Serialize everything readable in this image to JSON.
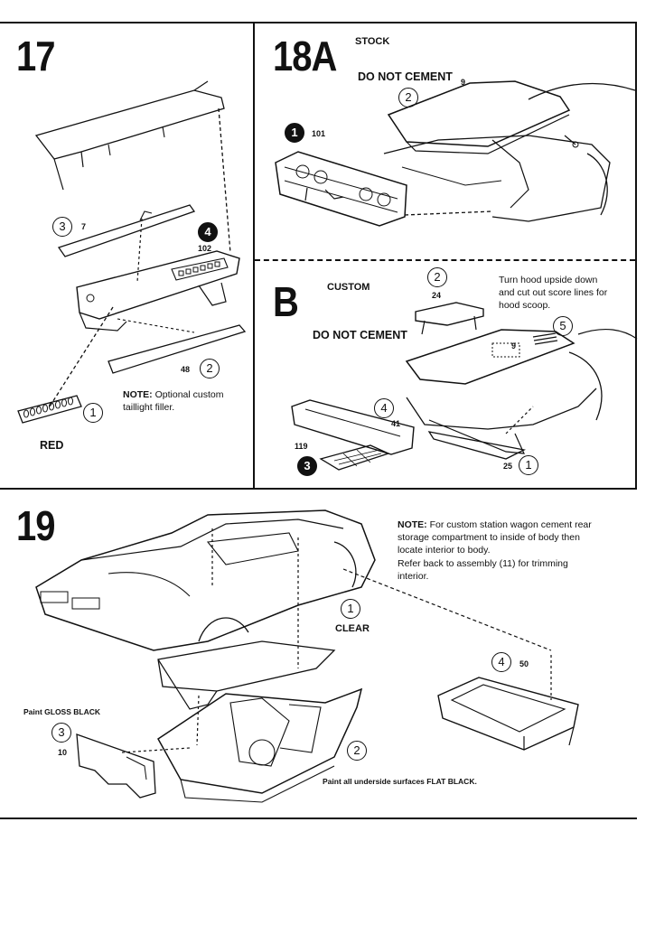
{
  "steps": {
    "s17": {
      "number": "17",
      "parts": [
        {
          "callout": "3",
          "part_no": "7",
          "filled": false
        },
        {
          "callout": "4",
          "part_no": "102",
          "filled": true
        },
        {
          "callout": "2",
          "part_no": "48",
          "filled": false
        },
        {
          "callout": "1",
          "part_no": "",
          "filled": false
        }
      ],
      "note_bold": "NOTE:",
      "note_text": "Optional custom taillight filler.",
      "color_label": "RED"
    },
    "s18a": {
      "number": "18A",
      "variant": "STOCK",
      "do_not_cement": "DO NOT CEMENT",
      "parts": [
        {
          "callout": "2",
          "part_no": "9",
          "filled": false
        },
        {
          "callout": "1",
          "part_no": "101",
          "filled": true
        }
      ]
    },
    "s18b": {
      "number": "B",
      "variant": "CUSTOM",
      "do_not_cement": "DO NOT CEMENT",
      "instruction_lines": [
        "Turn hood upside down",
        "and cut out score lines for",
        "hood scoop."
      ],
      "parts": [
        {
          "callout": "2",
          "part_no": "24",
          "filled": false
        },
        {
          "callout": "5",
          "part_no": "",
          "filled": false
        },
        {
          "callout": "",
          "part_no": "9",
          "filled": false
        },
        {
          "callout": "4",
          "part_no": "41",
          "filled": false
        },
        {
          "callout": "3",
          "part_no": "119",
          "filled": true
        },
        {
          "callout": "1",
          "part_no": "25",
          "filled": false
        }
      ]
    },
    "s19": {
      "number": "19",
      "note_bold": "NOTE:",
      "note_lines": [
        "For custom station wagon cement rear",
        "storage compartment to inside of body then",
        "locate interior to body.",
        "Refer back to assembly (11) for trimming",
        "interior."
      ],
      "parts": [
        {
          "callout": "1",
          "part_no": "",
          "filled": false
        },
        {
          "callout": "4",
          "part_no": "50",
          "filled": false
        },
        {
          "callout": "3",
          "part_no": "10",
          "filled": false
        },
        {
          "callout": "2",
          "part_no": "",
          "filled": false
        }
      ],
      "clear_label": "CLEAR",
      "paint_gloss": "Paint GLOSS BLACK",
      "paint_flat": "Paint all underside surfaces FLAT BLACK."
    }
  }
}
